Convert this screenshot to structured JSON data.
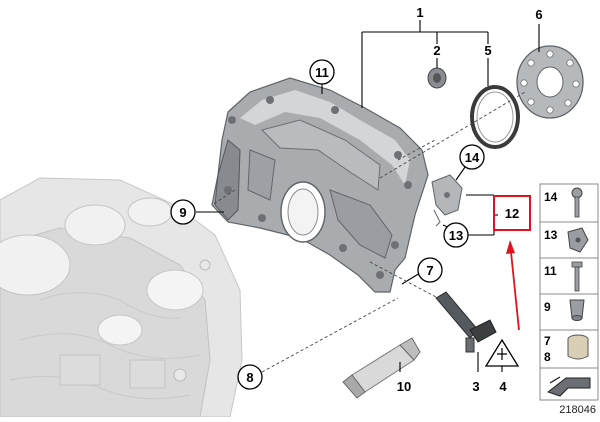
{
  "callouts": {
    "c1": "1",
    "c2": "2",
    "c3": "3",
    "c4": "4",
    "c5": "5",
    "c6": "6",
    "c7": "7",
    "c8": "8",
    "c9": "9",
    "c10": "10",
    "c11": "11",
    "c12": "12",
    "c13": "13",
    "c14": "14"
  },
  "sidebar": {
    "items": [
      {
        "label": "14",
        "icon": "bolt-icon"
      },
      {
        "label": "13",
        "icon": "bracket-clip-icon"
      },
      {
        "label": "11",
        "icon": "long-screw-icon"
      },
      {
        "label": "9",
        "icon": "dowel-sleeve-icon"
      },
      {
        "label": "7",
        "label2": "8",
        "icon": "bushing-icon"
      }
    ],
    "footer_icon": "parts-kit-icon"
  },
  "diagram_id": "218046",
  "colors": {
    "highlight": "#e0121b",
    "arrow": "#e0121b",
    "engine_block": "#e6e6e6",
    "cover": "#a9acaf"
  }
}
